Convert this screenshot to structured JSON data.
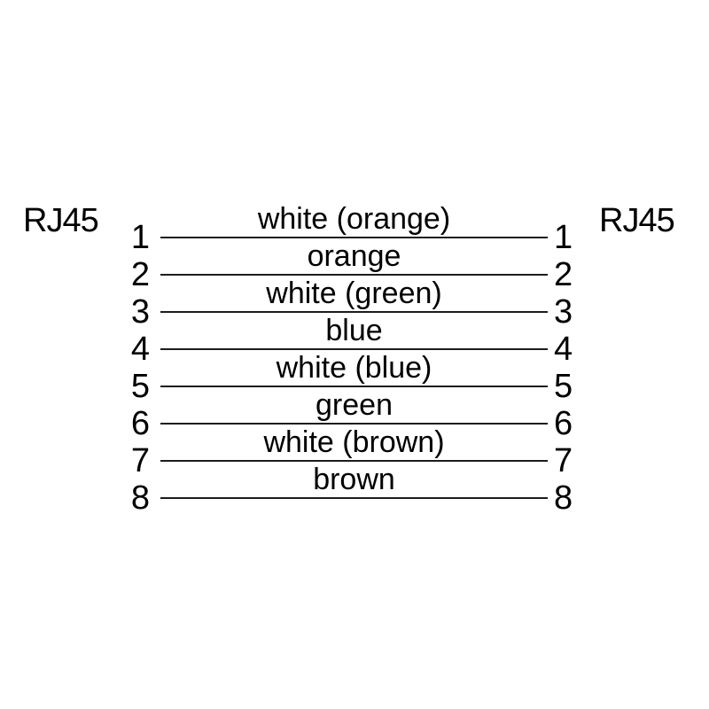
{
  "diagram": {
    "type": "rj45-pinout-wiring-diagram",
    "left_connector_label": "RJ45",
    "right_connector_label": "RJ45",
    "wires": [
      {
        "pin_left": "1",
        "pin_right": "1",
        "label": "white (orange)"
      },
      {
        "pin_left": "2",
        "pin_right": "2",
        "label": "orange"
      },
      {
        "pin_left": "3",
        "pin_right": "3",
        "label": "white (green)"
      },
      {
        "pin_left": "4",
        "pin_right": "4",
        "label": "blue"
      },
      {
        "pin_left": "5",
        "pin_right": "5",
        "label": "white (blue)"
      },
      {
        "pin_left": "6",
        "pin_right": "6",
        "label": "green"
      },
      {
        "pin_left": "7",
        "pin_right": "7",
        "label": "white (brown)"
      },
      {
        "pin_left": "8",
        "pin_right": "8",
        "label": "brown"
      }
    ],
    "colors": {
      "ink": "#000000",
      "line": "#1c1c1c",
      "background": "#ffffff"
    }
  }
}
